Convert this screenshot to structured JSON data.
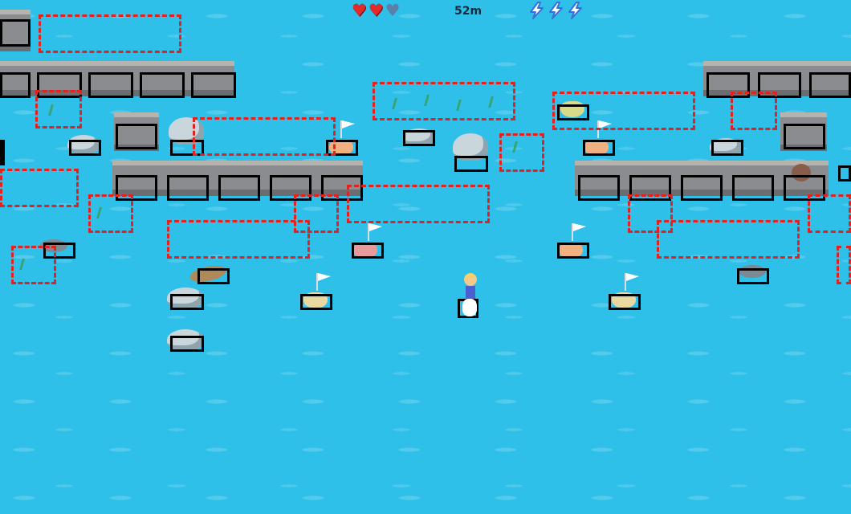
{
  "hud": {
    "lives_total": 3,
    "lives_remaining": 2,
    "distance": "52m",
    "boosts": 3
  },
  "colors": {
    "sea": "#2ec0e8",
    "heart_full": "#e22a2a",
    "heart_empty": "#5a7fa8",
    "boost": "#3a6fd8",
    "obstacle_box": "#000000",
    "hazard_box": "#e3211f"
  },
  "icons": {
    "heart": "heart-icon",
    "boost": "lightning-bolt-icon"
  }
}
